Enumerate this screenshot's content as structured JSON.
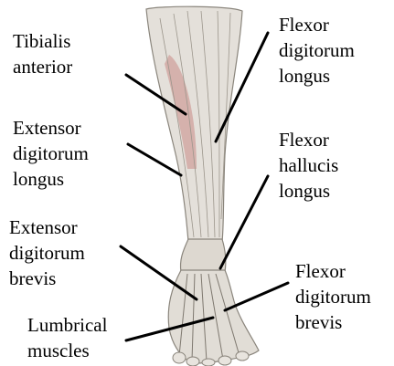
{
  "labels": {
    "tibialis_anterior": [
      "Tibialis",
      "anterior"
    ],
    "extensor_digitorum_longus": [
      "Extensor",
      "digitorum",
      "longus"
    ],
    "extensor_digitorum_brevis": [
      "Extensor",
      "digitorum",
      "brevis"
    ],
    "lumbrical_muscles": [
      "Lumbrical",
      "muscles"
    ],
    "flexor_digitorum_longus": [
      "Flexor",
      "digitorum",
      "longus"
    ],
    "flexor_hallucis_longus": [
      "Flexor",
      "hallucis",
      "longus"
    ],
    "flexor_digitorum_brevis": [
      "Flexor",
      "digitorum",
      "brevis"
    ]
  },
  "colors": {
    "leader_line": "#000000",
    "bone": "#d9d4cc",
    "muscle_red": "#c98a86"
  }
}
